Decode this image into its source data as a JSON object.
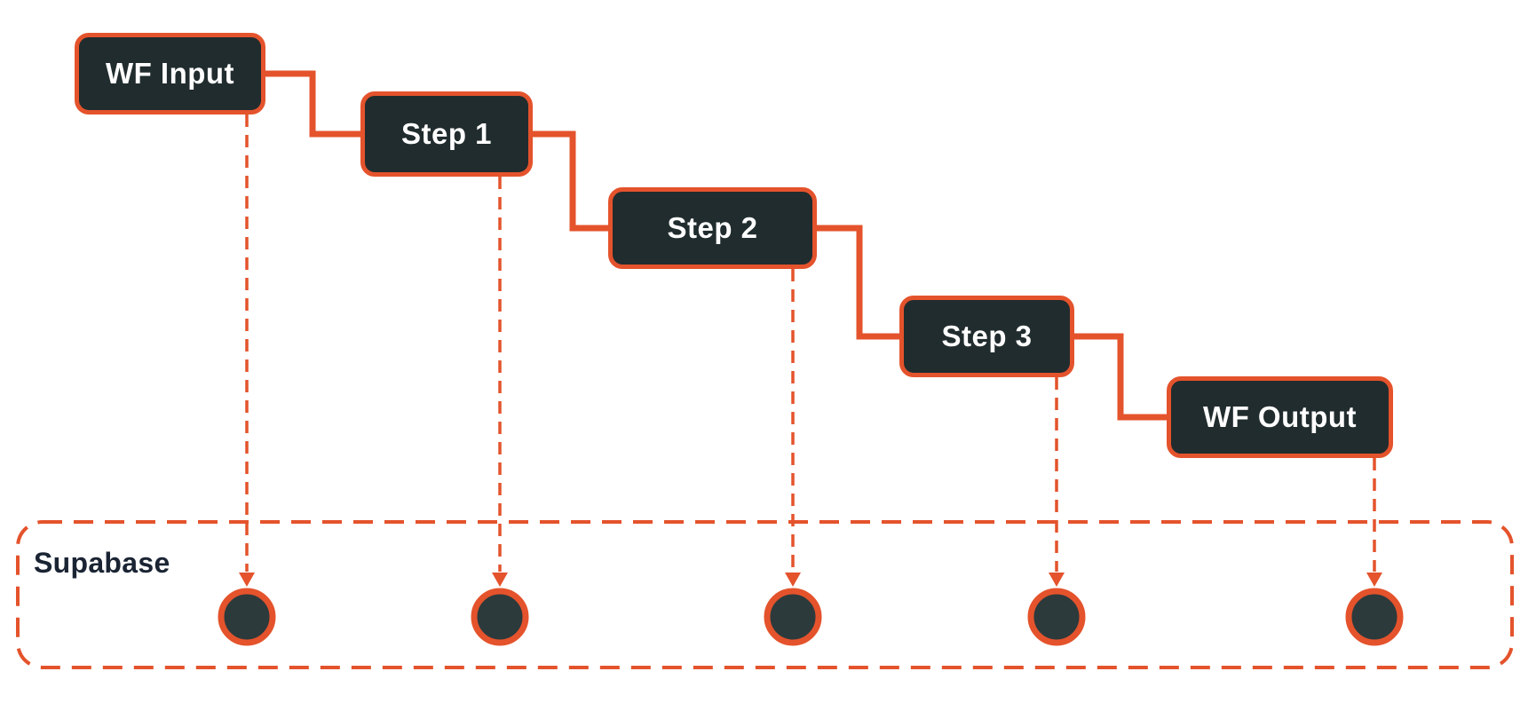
{
  "diagram": {
    "type": "workflow-flowchart",
    "nodes": [
      {
        "id": "wf-input",
        "label": "WF Input"
      },
      {
        "id": "step-1",
        "label": "Step 1"
      },
      {
        "id": "step-2",
        "label": "Step 2"
      },
      {
        "id": "step-3",
        "label": "Step 3"
      },
      {
        "id": "wf-output",
        "label": "WF Output"
      }
    ],
    "flow_order": [
      "WF Input",
      "Step 1",
      "Step 2",
      "Step 3",
      "WF Output"
    ],
    "container": {
      "label": "Supabase",
      "storage_point_count": 5,
      "note": "each workflow node has a dashed arrow down to one dark circle inside the dashed container"
    },
    "colors": {
      "accent": "#E4532C",
      "node_fill": "#212C2E",
      "circle_fill": "#2C3A3C",
      "node_text": "#FFFFFF",
      "label_text": "#1A2433",
      "background": "#FFFFFF"
    }
  }
}
